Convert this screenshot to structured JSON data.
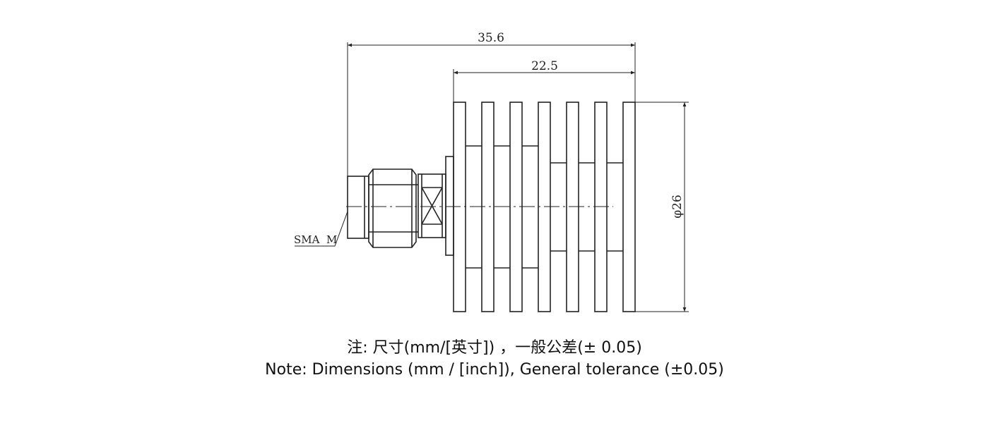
{
  "dimensions": {
    "overall_length": "35.6",
    "heatsink_length": "22.5",
    "diameter": "φ26"
  },
  "labels": {
    "connector": "SMA  M"
  },
  "notes": {
    "line_cn": "注: 尺寸(mm/[英寸])  ，一般公差(± 0.05)",
    "line_en": "Note: Dimensions (mm / [inch]), General tolerance (±0.05)"
  },
  "colors": {
    "line": "#222222",
    "background": "#ffffff"
  }
}
